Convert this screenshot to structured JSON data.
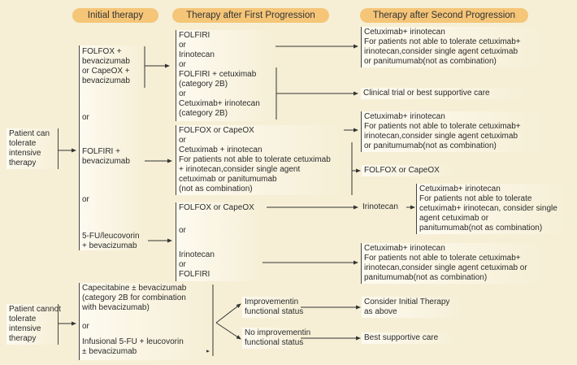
{
  "headers": {
    "initial": "Initial therapy",
    "first": "Therapy after First Progression",
    "second": "Therapy after Second Progression"
  },
  "patients": {
    "can": [
      "Patient can",
      "tolerate",
      "intensive",
      "therapy"
    ],
    "cannot": [
      "Patient cannot",
      "tolerate",
      "intensive",
      "therapy"
    ]
  },
  "initial": {
    "opt1": [
      "FOLFOX +",
      "bevacizumab",
      "or CapeOX +",
      "bevacizumab"
    ],
    "or1": "or",
    "opt2": [
      "FOLFIRI +",
      "bevacizumab"
    ],
    "or2": "or",
    "opt3": [
      "5-FU/leucovorin",
      "+ bevacizumab"
    ]
  },
  "first": {
    "a1": [
      "FOLFIRI",
      "or",
      "Irinotecan"
    ],
    "a2": [
      "or",
      "FOLFIRI + cetuximab",
      "(category 2B)",
      "or",
      "Cetuximab+ irinotecan",
      "(category 2B)"
    ],
    "b": [
      "FOLFOX or CapeOX",
      "or",
      "Cetuximab + irinotecan",
      "For patients not able to tolerate cetuximab",
      "+ irinotecan,consider single agent",
      "cetuximab or panitumumab",
      "(not as combination)"
    ],
    "c1": "FOLFOX or CapeOX",
    "c_or": "or",
    "c2": [
      "Irinotecan",
      "or",
      "FOLFIRI"
    ]
  },
  "second": {
    "s1": [
      "Cetuximab+ irinotecan",
      "For patients not able to tolerate cetuximab+",
      "irinotecan,consider single agent cetuximab",
      "or panitumumab(not as combination)"
    ],
    "s2": "Clinical trial or best supportive care",
    "s3": [
      "Cetuximab+ irinotecan",
      "For patients not able to tolerate cetuximab+",
      "irinotecan,consider single agent cetuximab",
      "or panitumumab(not as combination)"
    ],
    "s4": "FOLFOX or CapeOX",
    "s5_mid": "Irinotecan",
    "s5": [
      "Cetuximab+ irinotecan",
      "For patients not able to tolerate",
      "cetuximab+ irinotecan, consider single",
      "agent cetuximab or",
      "panitumumab(not as combination)"
    ],
    "s6": [
      "Cetuximab+ irinotecan",
      "For patients not able to tolerate cetuximab+",
      "irinotecan,consider single agent cetuximab or",
      "panitumumab(not as combination)"
    ]
  },
  "nonintensive": {
    "opt1": [
      "Capecitabine ± bevacizumab",
      "(category 2B for combination",
      "with bevacizumab)"
    ],
    "or": "or",
    "opt2": [
      "Infusional 5-FU + leucovorin",
      "± bevacizumab"
    ],
    "improve": [
      "Improvementin",
      "functional status"
    ],
    "noimprove": [
      "No improvementin",
      "functional status"
    ],
    "improve_result": [
      "Consider Initial Therapy",
      "as above"
    ],
    "noimprove_result": "Best supportive care"
  }
}
